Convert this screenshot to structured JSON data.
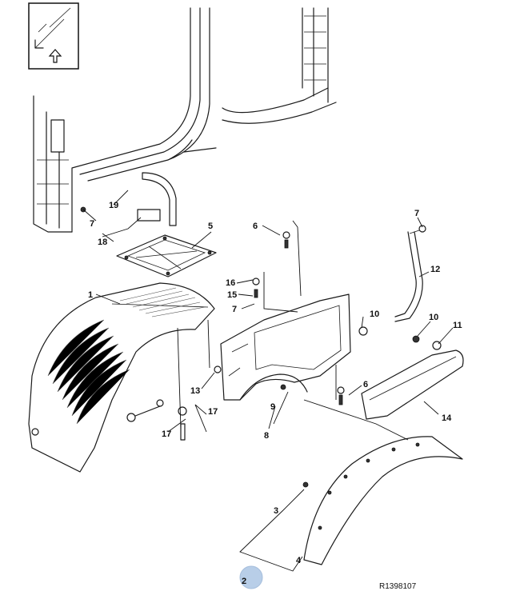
{
  "diagram": {
    "reference_code": "R1398107",
    "orientation_icon": "direction-arrow-icon",
    "highlight_color": "#7fa7d6",
    "callouts": {
      "c1": "1",
      "c2": "2",
      "c3": "3",
      "c4": "4",
      "c5": "5",
      "c6a": "6",
      "c6b": "6",
      "c7a": "7",
      "c7b": "7",
      "c7c": "7",
      "c8": "8",
      "c9": "9",
      "c10a": "10",
      "c10b": "10",
      "c11": "11",
      "c12": "12",
      "c13": "13",
      "c14": "14",
      "c15": "15",
      "c16": "16",
      "c17a": "17",
      "c17b": "17",
      "c18": "18",
      "c19": "19"
    }
  }
}
